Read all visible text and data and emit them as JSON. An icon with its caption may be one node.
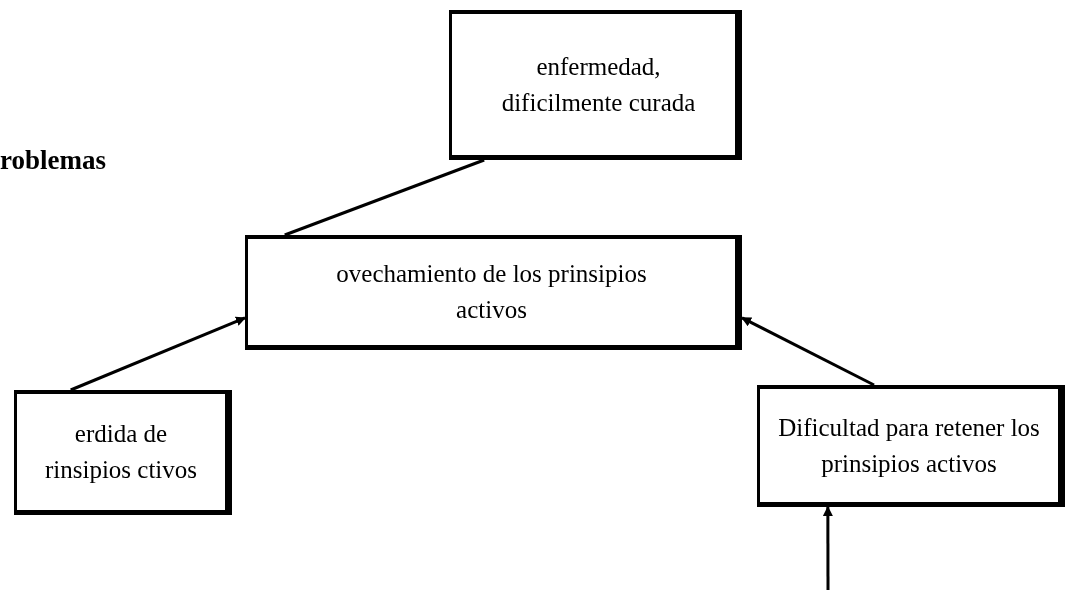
{
  "diagram": {
    "nodes": [
      {
        "text": [
          "enfermedad, dificilmente curada"
        ]
      },
      {
        "text": [
          "ovechamiento de los prinsipios activos"
        ]
      },
      {
        "text": [
          "erdida de rinsipios ctivos"
        ]
      },
      {
        "text": [
          "Dificultad para retener los prinsipios activos"
        ]
      }
    ],
    "edges": [
      {
        "from": 1,
        "to": 0,
        "arrow": "none"
      },
      {
        "from": 2,
        "to": 1,
        "arrow": "to"
      },
      {
        "from": 3,
        "to": 1,
        "arrow": "to"
      },
      {
        "from": null,
        "to": 3,
        "arrow": "to"
      }
    ],
    "labels": [
      "roblemas"
    ]
  }
}
